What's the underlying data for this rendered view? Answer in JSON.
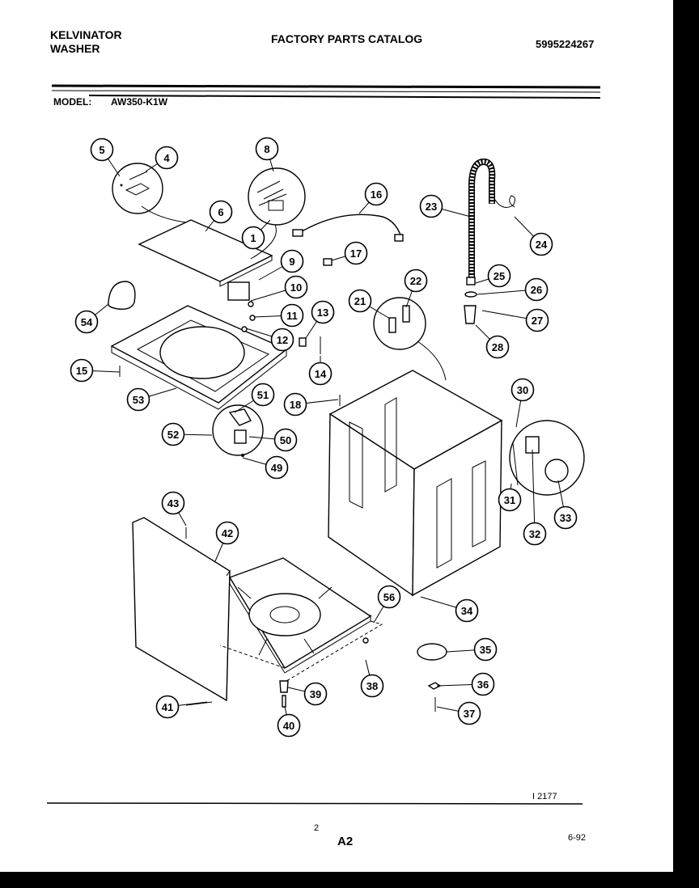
{
  "header": {
    "brand_line1": "KELVINATOR",
    "brand_line2": "WASHER",
    "title": "FACTORY PARTS CATALOG",
    "part_number": "5995224267",
    "model_label": "MODEL:",
    "model_value": "AW350-K1W"
  },
  "footer": {
    "code": "I 2177",
    "page": "2",
    "section": "A2",
    "date": "6-92"
  },
  "callouts": [
    "1",
    "4",
    "5",
    "6",
    "8",
    "9",
    "10",
    "11",
    "12",
    "13",
    "14",
    "15",
    "16",
    "17",
    "18",
    "21",
    "22",
    "23",
    "24",
    "25",
    "26",
    "27",
    "28",
    "30",
    "31",
    "32",
    "33",
    "34",
    "35",
    "36",
    "37",
    "38",
    "39",
    "40",
    "41",
    "42",
    "43",
    "49",
    "50",
    "51",
    "52",
    "53",
    "54",
    "56"
  ]
}
